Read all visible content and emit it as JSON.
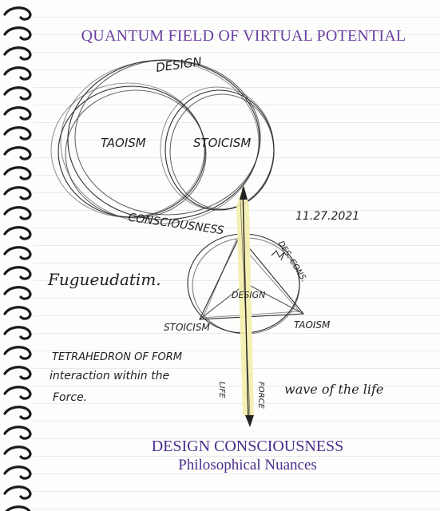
{
  "header": {
    "title": "QUANTUM FIELD OF VIRTUAL POTENTIAL"
  },
  "footer": {
    "title": "DESIGN CONSCIOUSNESS",
    "subtitle": "Philosophical Nuances"
  },
  "sketch": {
    "design": "DESIGN",
    "taoism": "TAOISM",
    "stoicism": "STOICISM",
    "consciousness": "CONSCIOUSNESS",
    "date": "11.27.2021",
    "des_cons": "DES. CONS.",
    "tetra_design": "DESIGN",
    "tetra_stoicism": "STOICISM",
    "tetra_taoism": "TAOISM",
    "script_word": "Fugueudatim.",
    "tetra_note_1": "TETRAHEDRON OF FORM",
    "tetra_note_2": "interaction within the",
    "tetra_note_3": "Force.",
    "life": "LIFE",
    "force": "FORCE",
    "wave": "wave of the life"
  },
  "colors": {
    "title_top": "#6b3fa3",
    "title_bottom": "#4b2d8f",
    "highlight": "#f3efb0"
  }
}
